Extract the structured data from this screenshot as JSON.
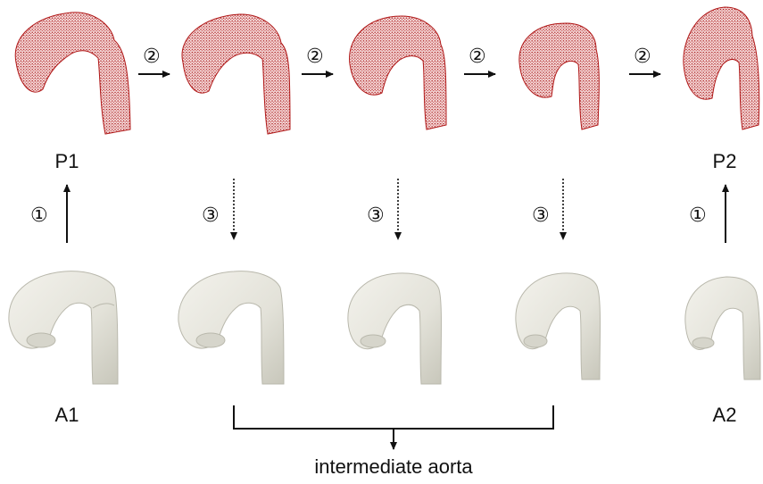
{
  "labels": {
    "p1": "P1",
    "p2": "P2",
    "a1": "A1",
    "a2": "A2",
    "caption": "intermediate aorta"
  },
  "step_markers": {
    "morph": "②",
    "lift": "①",
    "reconstruct": "③"
  },
  "colors": {
    "point_cloud": "#b01818",
    "mesh_fill": "#ececE4",
    "mesh_shade": "#c9c8bd",
    "arrow": "#111111"
  }
}
